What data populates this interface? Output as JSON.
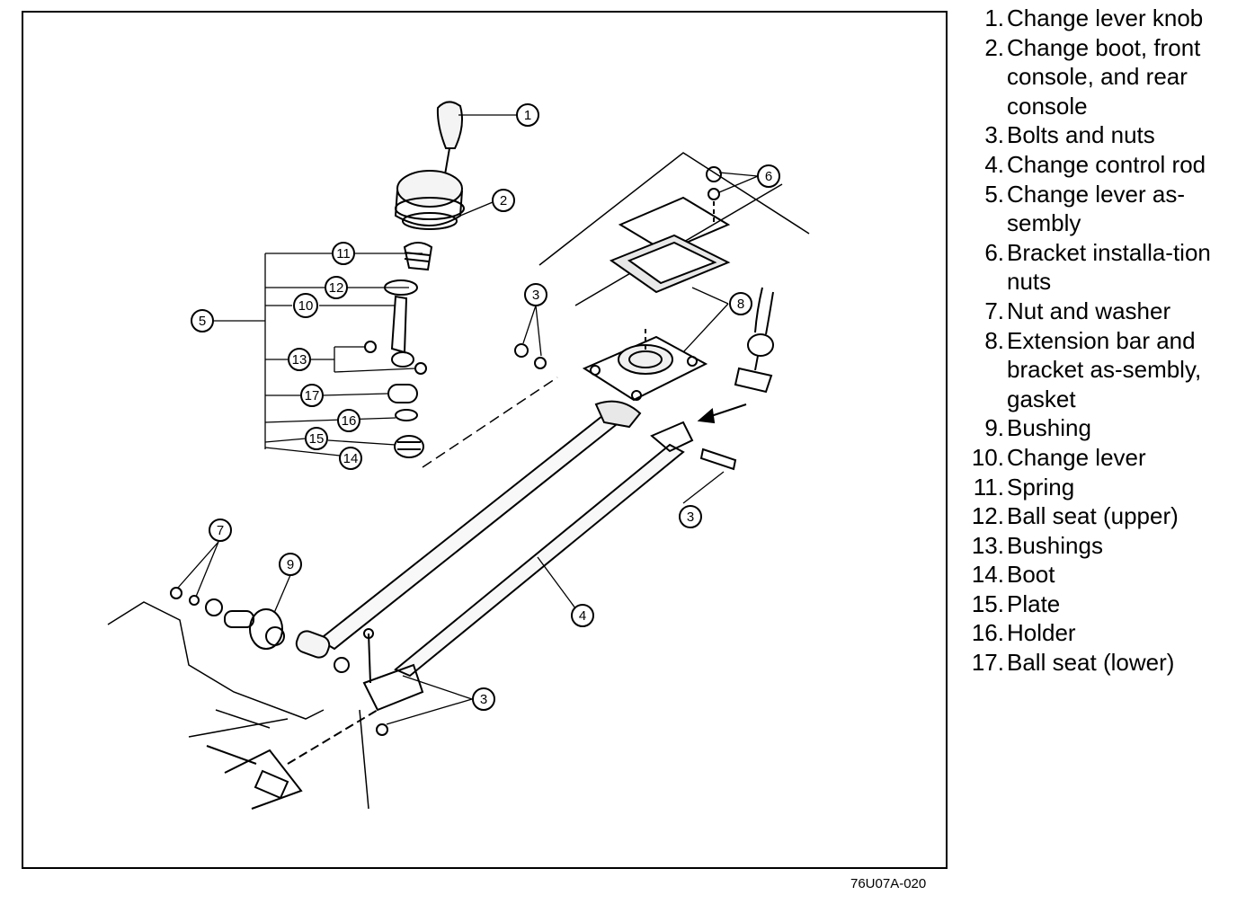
{
  "legend": [
    {
      "num": "1.",
      "label": "Change lever knob"
    },
    {
      "num": "2.",
      "label": "Change boot, front console, and rear console"
    },
    {
      "num": "3.",
      "label": "Bolts and nuts"
    },
    {
      "num": "4.",
      "label": "Change control rod"
    },
    {
      "num": "5.",
      "label": "Change lever as-sembly"
    },
    {
      "num": "6.",
      "label": "Bracket installa-tion nuts"
    },
    {
      "num": "7.",
      "label": "Nut and washer"
    },
    {
      "num": "8.",
      "label": "Extension bar and bracket as-sembly, gasket"
    },
    {
      "num": "9.",
      "label": "Bushing"
    },
    {
      "num": "10.",
      "label": "Change lever"
    },
    {
      "num": "11.",
      "label": "Spring"
    },
    {
      "num": "12.",
      "label": "Ball seat (upper)"
    },
    {
      "num": "13.",
      "label": "Bushings"
    },
    {
      "num": "14.",
      "label": "Boot"
    },
    {
      "num": "15.",
      "label": "Plate"
    },
    {
      "num": "16.",
      "label": "Holder"
    },
    {
      "num": "17.",
      "label": "Ball seat (lower)"
    }
  ],
  "callouts": {
    "c1": "1",
    "c2": "2",
    "c3a": "3",
    "c3b": "3",
    "c3c": "3",
    "c4": "4",
    "c5": "5",
    "c6": "6",
    "c7": "7",
    "c8": "8",
    "c9": "9",
    "c10": "10",
    "c11": "11",
    "c12": "12",
    "c13": "13",
    "c14": "14",
    "c15": "15",
    "c16": "16",
    "c17": "17"
  },
  "figure_code": "76U07A-020"
}
